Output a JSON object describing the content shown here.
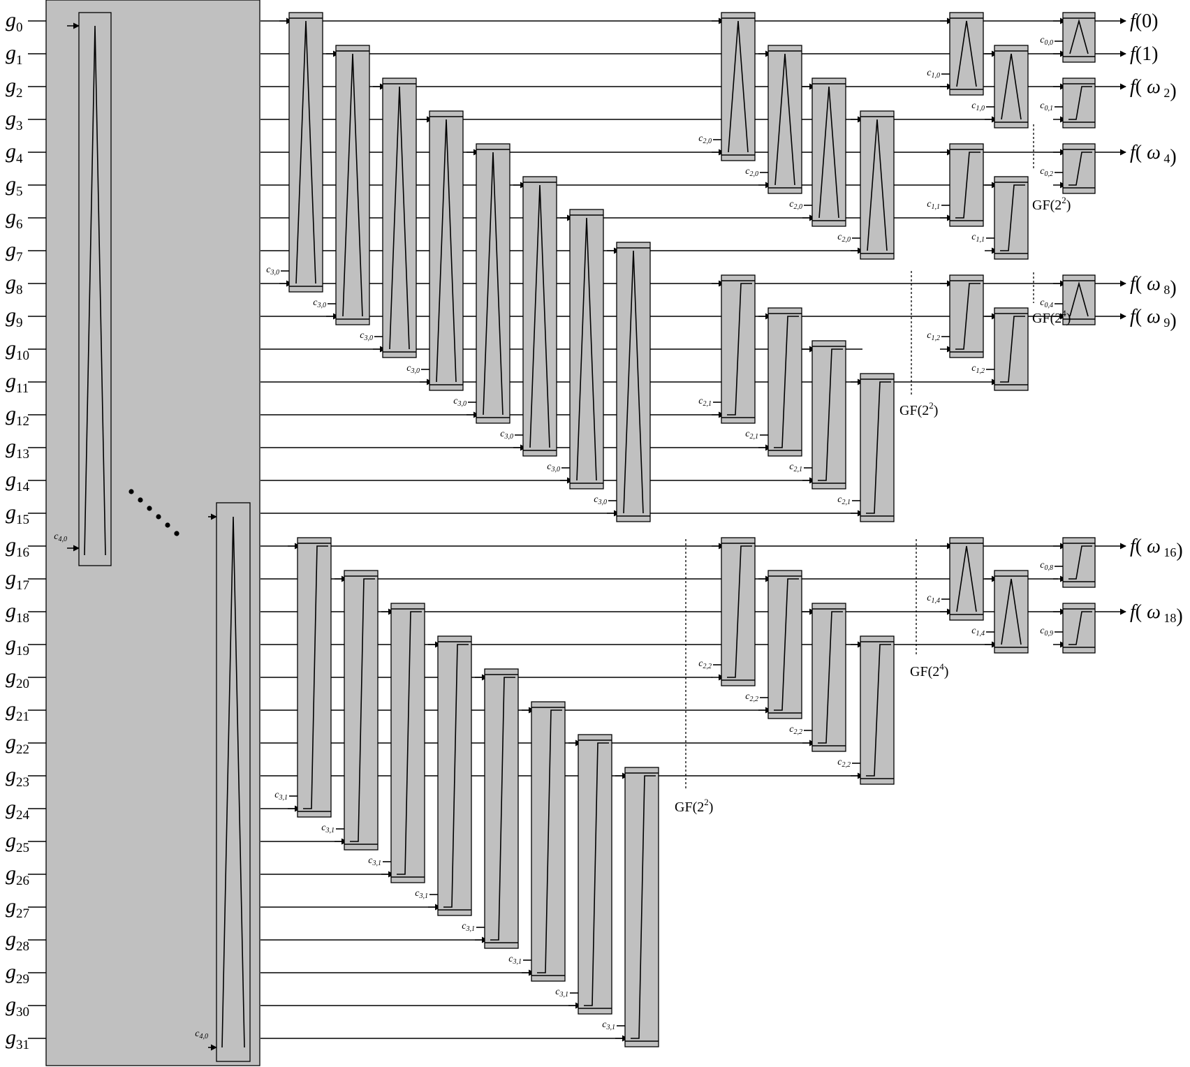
{
  "inputs": [
    "0",
    "1",
    "2",
    "3",
    "4",
    "5",
    "6",
    "7",
    "8",
    "9",
    "10",
    "11",
    "12",
    "13",
    "14",
    "15",
    "16",
    "17",
    "18",
    "19",
    "20",
    "21",
    "22",
    "23",
    "24",
    "25",
    "26",
    "27",
    "28",
    "29",
    "30",
    "31"
  ],
  "input_symbol": "g",
  "outputs": [
    {
      "prefix": "f(",
      "symbol": "",
      "sub": "0",
      "plain": true,
      "suffix": ")"
    },
    {
      "prefix": "f(",
      "symbol": "",
      "sub": "1",
      "plain": true,
      "suffix": ")"
    },
    {
      "prefix": "f(",
      "symbol": "ω",
      "sub": "2",
      "plain": false,
      "suffix": ")"
    },
    {
      "prefix": "f(",
      "symbol": "ω",
      "sub": "4",
      "plain": false,
      "suffix": ")"
    },
    {
      "prefix": "f(",
      "symbol": "ω",
      "sub": "8",
      "plain": false,
      "suffix": ")"
    },
    {
      "prefix": "f(",
      "symbol": "ω",
      "sub": "9",
      "plain": false,
      "suffix": ")"
    },
    {
      "prefix": "f(",
      "symbol": "ω",
      "sub": "16",
      "plain": false,
      "suffix": ")"
    },
    {
      "prefix": "f(",
      "symbol": "ω",
      "sub": "18",
      "plain": false,
      "suffix": ")"
    }
  ],
  "coeff_symbol": "c",
  "coeffs": {
    "stage4": [
      "4,0",
      "4,0"
    ],
    "stage3_top": "3,0",
    "stage3_bottom": "3,1",
    "stage2": [
      "2,0",
      "2,1",
      "2,2"
    ],
    "stage1": [
      "1,0",
      "1,1",
      "1,2",
      "1,4"
    ],
    "stage0": [
      "0,0",
      "0,1",
      "0,2",
      "0,4",
      "0,8",
      "0,9"
    ]
  },
  "field_labels": [
    {
      "base": "GF(2",
      "exp": "2",
      "close": ")"
    },
    {
      "base": "GF(2",
      "exp": "2",
      "close": ")"
    },
    {
      "base": "GF(2",
      "exp": "2",
      "close": ")"
    },
    {
      "base": "GF(2",
      "exp": "4",
      "close": ")"
    },
    {
      "base": "GF(2",
      "exp": "4",
      "close": ")"
    }
  ],
  "ellipsis": "......"
}
